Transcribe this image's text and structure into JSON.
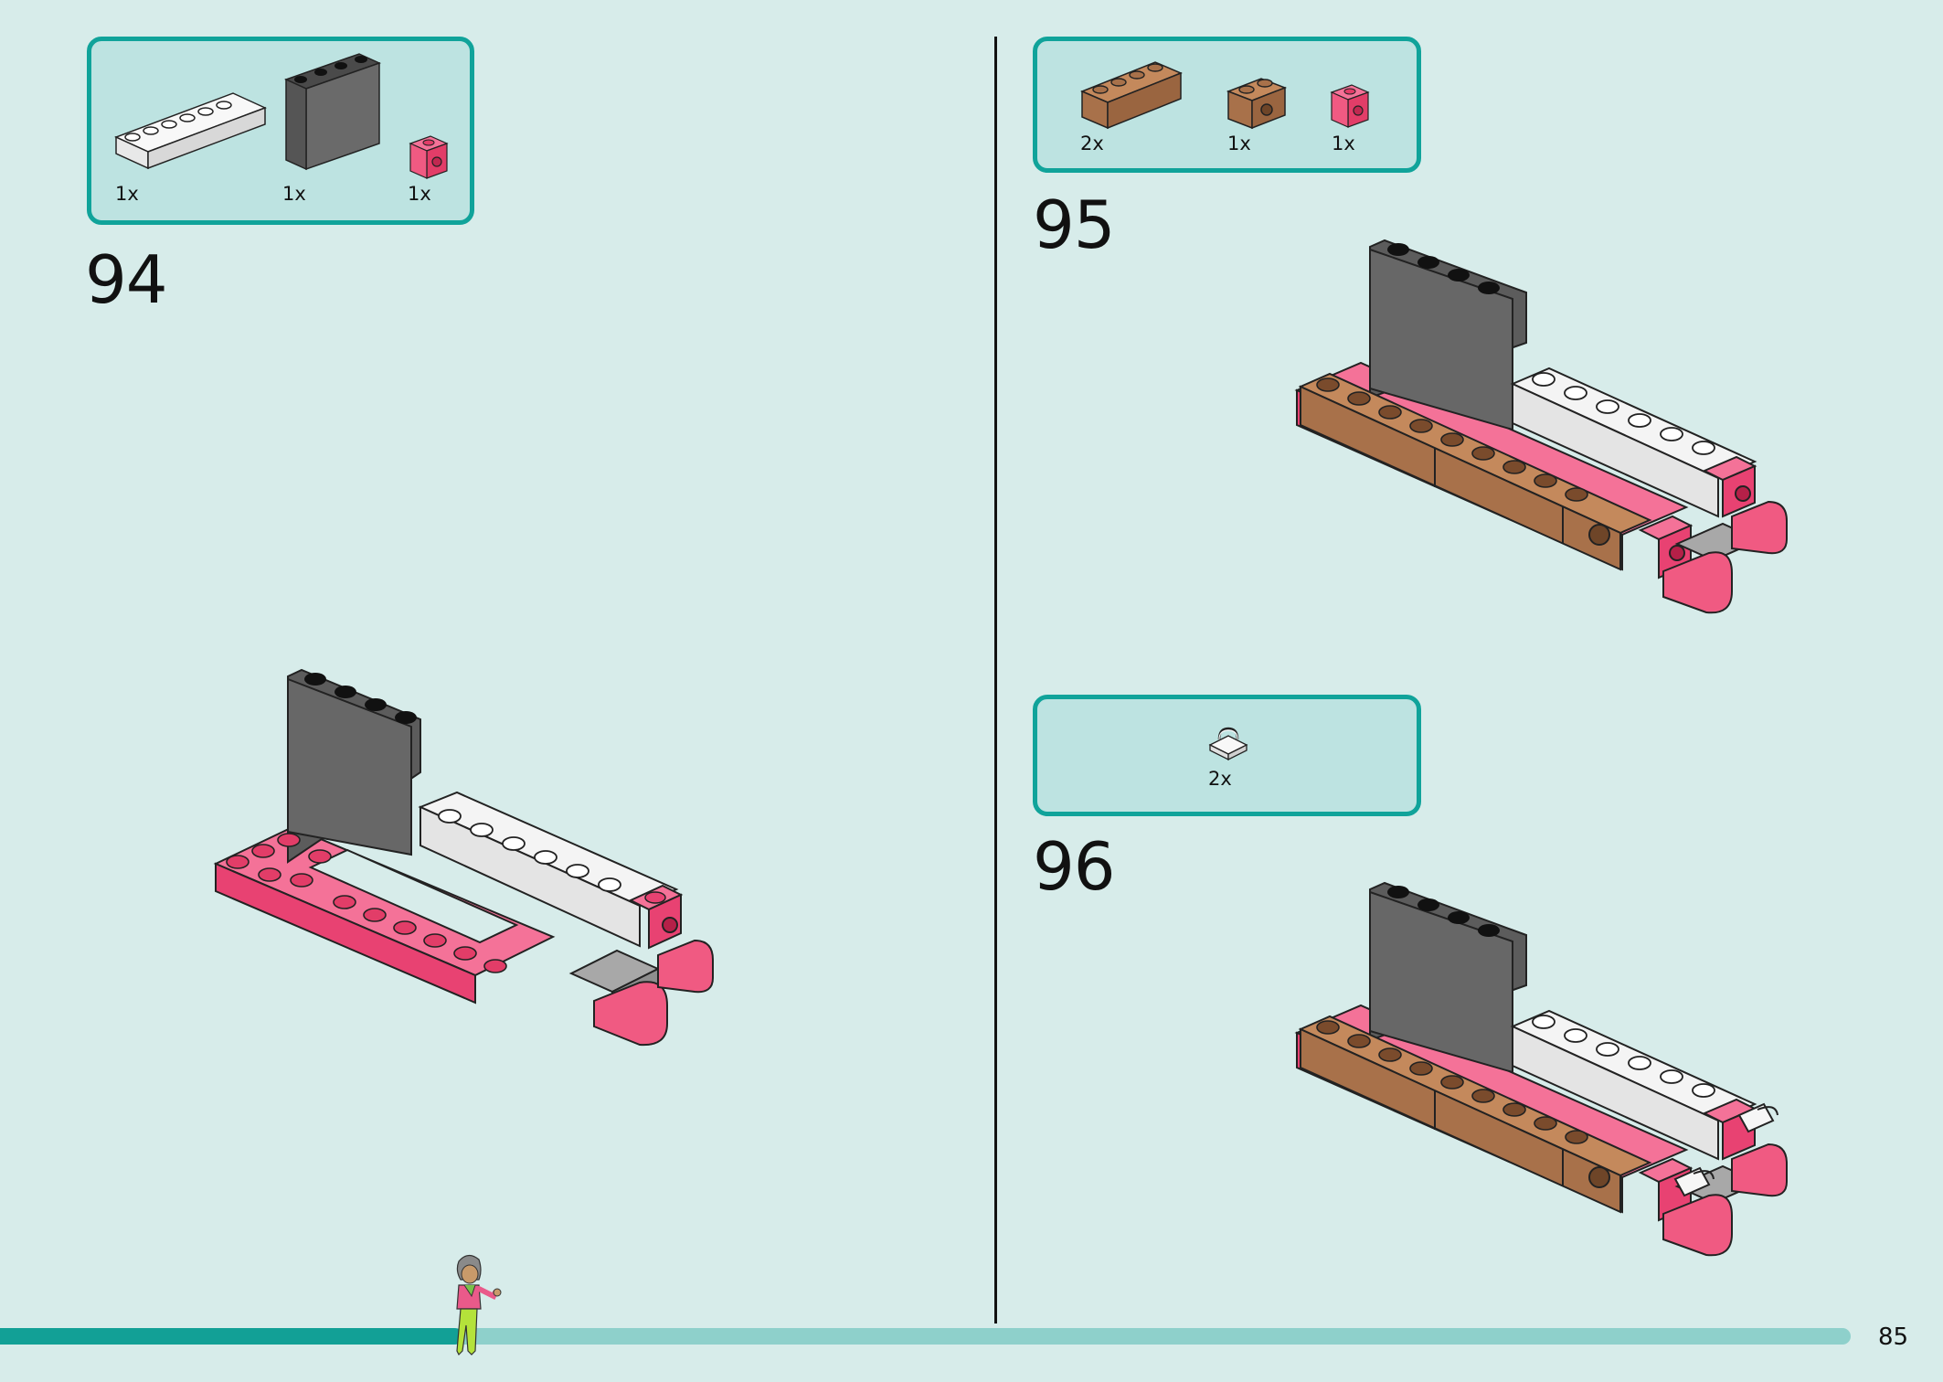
{
  "steps": [
    {
      "number": "94",
      "parts": [
        {
          "name": "white 1x6 brick",
          "qty": "1x"
        },
        {
          "name": "dark grey 1x4 panel",
          "qty": "1x"
        },
        {
          "name": "pink 1x1 brick with pin hole",
          "qty": "1x"
        }
      ]
    },
    {
      "number": "95",
      "parts": [
        {
          "name": "medium nougat 1x4 brick",
          "qty": "2x"
        },
        {
          "name": "medium nougat 1x2 brick with hole",
          "qty": "1x"
        },
        {
          "name": "pink 1x1 brick with pin hole",
          "qty": "1x"
        }
      ]
    },
    {
      "number": "96",
      "parts": [
        {
          "name": "white clip plate",
          "qty": "2x"
        }
      ]
    }
  ],
  "page_number": "85",
  "progress": {
    "fraction": 0.25
  },
  "colors": {
    "background": "#d7ecea",
    "box_fill": "#bde3e1",
    "box_border": "#10a39a",
    "pink": "#f0507a",
    "dark_grey": "#5c5c5c",
    "nougat": "#a8714a",
    "progress_fill": "#12a096",
    "progress_track": "#8ed0cb"
  }
}
